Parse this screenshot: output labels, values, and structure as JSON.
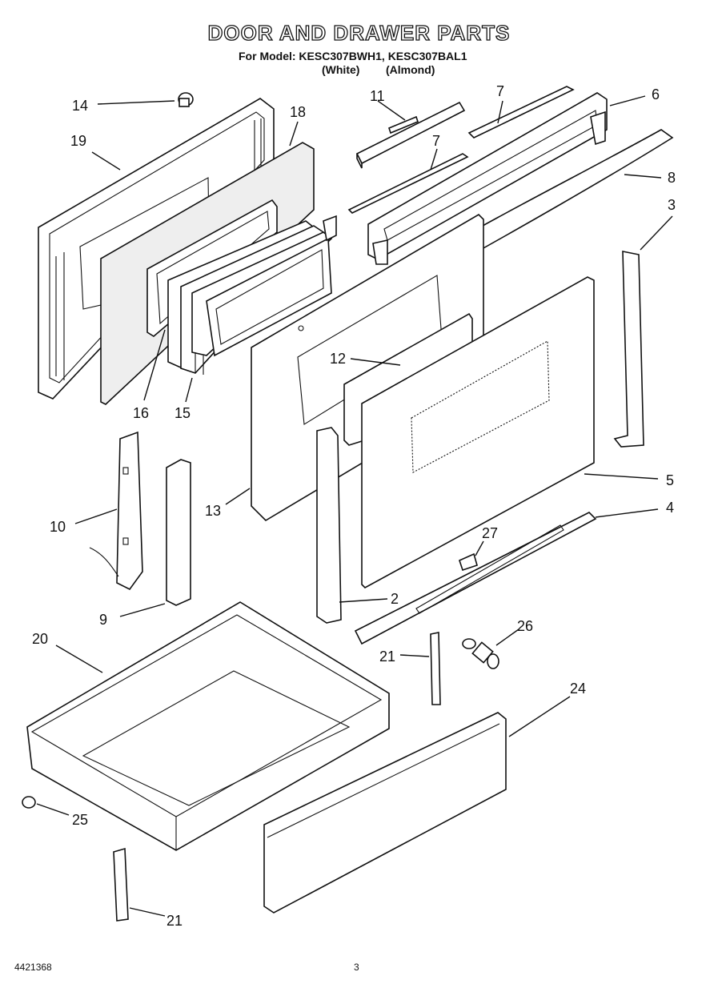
{
  "header": {
    "title": "DOOR AND DRAWER PARTS",
    "model_line": "For Model: KESC307BWH1, KESC307BAL1",
    "color_white": "(White)",
    "color_almond": "(Almond)"
  },
  "footer": {
    "document_number": "4421368",
    "page_number": "3"
  },
  "callouts": {
    "c14": "14",
    "c19": "19",
    "c18": "18",
    "c16": "16",
    "c15": "15",
    "c11": "11",
    "c7a": "7",
    "c7b": "7",
    "c6": "6",
    "c8": "8",
    "c3": "3",
    "c12": "12",
    "c13": "13",
    "c5": "5",
    "c4": "4",
    "c10": "10",
    "c9": "9",
    "c27": "27",
    "c2": "2",
    "c20": "20",
    "c21a": "21",
    "c26": "26",
    "c24": "24",
    "c25": "25",
    "c21b": "21"
  }
}
